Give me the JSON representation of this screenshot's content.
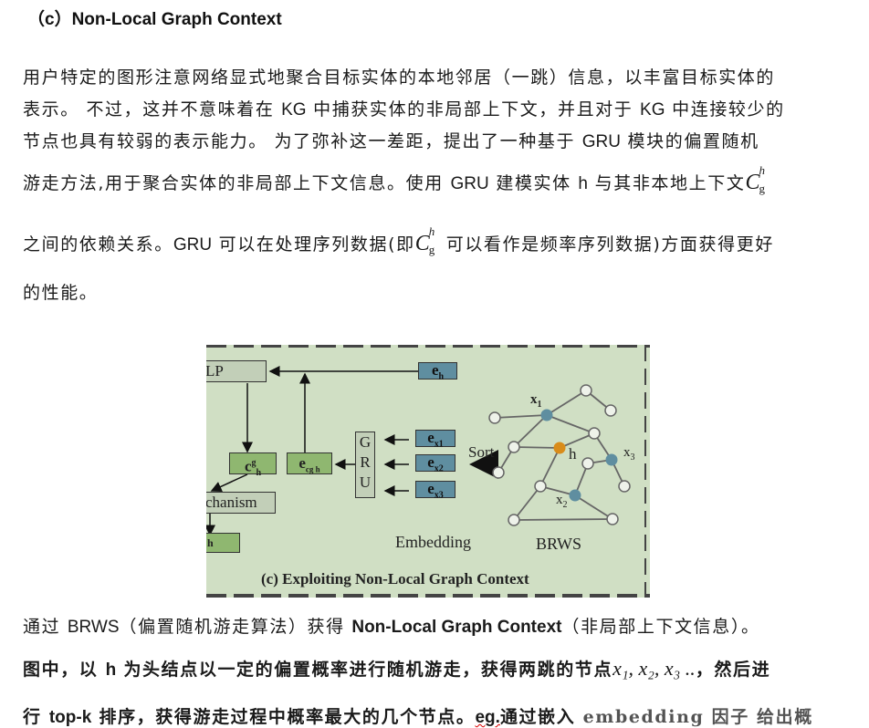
{
  "section": {
    "heading": "（c）Non-Local Graph Context"
  },
  "paragraph1": {
    "line1": "用户特定的图形注意网络显式地聚合目标实体的本地邻居（一跳）信息，以丰富目标实体的",
    "line2_a": "表示。 不过，这并不意味着在 ",
    "line2_kg1": "KG",
    "line2_b": " 中捕获实体的非局部上下文，并且对于 ",
    "line2_kg2": "KG",
    "line2_c": " 中连接较少的",
    "line3_a": "节点也具有较弱的表示能力。 为了弥补这一差距，提出了一种基于 ",
    "line3_gru": "GRU",
    "line3_b": " 模块的偏置随机",
    "line4_a": "游走方法,用于聚合实体的非局部上下文信息。使用 ",
    "line4_gru": "GRU",
    "line4_b": " 建模实体 ",
    "line4_h": "h",
    "line4_c": " 与其非本地上下文",
    "math_C": "C",
    "math_sup": "h",
    "math_sub": "g",
    "line5_a": "之间的依赖关系。",
    "line5_gru": "GRU",
    "line5_b": " 可以在处理序列数据(即",
    "line5_c": "可以看作是频率序列数据)方面获得更好",
    "line6": "的性能。"
  },
  "figure": {
    "caption": "(c) Exploiting Non-Local Graph Context",
    "mlp_label": "LP",
    "mechanism_label": "chanism",
    "out_label": "h",
    "ch_label": "c",
    "ch_sup": "g",
    "ch_sub": "h",
    "ec_label": "e",
    "ec_sub": "cg h",
    "gru_letters": [
      "G",
      "R",
      "U"
    ],
    "eh_label": "e",
    "eh_sub": "h",
    "ex_labels": [
      {
        "base": "e",
        "sub": "x1"
      },
      {
        "base": "e",
        "sub": "x2"
      },
      {
        "base": "e",
        "sub": "x3"
      }
    ],
    "sort_label": "Sort",
    "embedding_label": "Embedding",
    "brws_label": "BRWS",
    "node_labels": {
      "x1": "x",
      "x1_sub": "1",
      "x2": "x",
      "x2_sub": "2",
      "x3": "x",
      "x3_sub": "3",
      "h": "h"
    },
    "colors": {
      "background": "#d0dfc4",
      "green_box": "#8fb770",
      "blue_box": "#5f8ea0",
      "head_node": "#d98c1a",
      "walk_node": "#5f8ea0"
    }
  },
  "paragraph2": {
    "line1_a": "通过 ",
    "line1_brws": "BRWS",
    "line1_b": "（偏置随机游走算法）获得 ",
    "line1_bold": "Non-Local Graph Context",
    "line1_c": "（非局部上下文信息）。",
    "line2_a": "图中，以 ",
    "line2_h": "h",
    "line2_b": " 为头结点以一定的偏置概率进行随机游走，获得两跳的节点",
    "line2_nodes": "x₁, x₂, x₃ ..",
    "line2_c": "，然后进",
    "line3_a": "行 ",
    "line3_topk": "top-k",
    "line3_b": " 排序，获得游走过程中概率最大的几个节点。",
    "line3_eg": "eg.",
    "line3_c": "通过嵌入 ",
    "line3_d": "embedding 因子 给出概"
  }
}
